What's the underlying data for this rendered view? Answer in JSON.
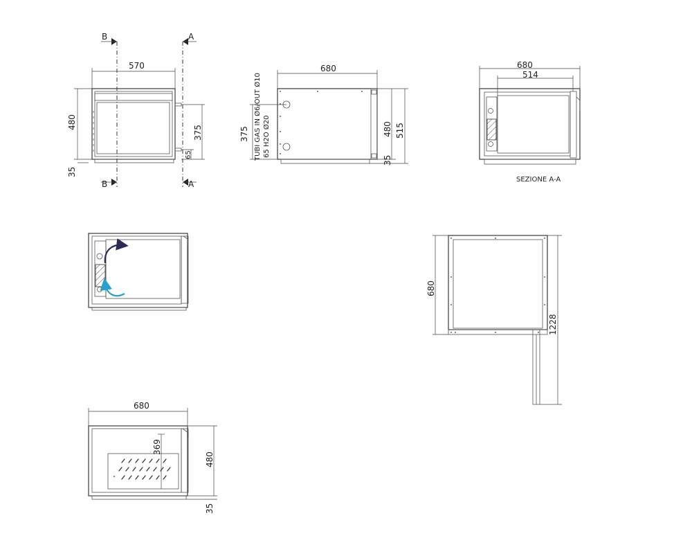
{
  "view1": {
    "width": "570",
    "height": "480",
    "inner": "375",
    "offset": "65",
    "base": "35",
    "section_b": "B",
    "section_a": "A"
  },
  "view2": {
    "width": "680",
    "inner": "375",
    "height": "480",
    "total": "515",
    "base": "35",
    "pipe_gas": "TUBI GAS IN Ø6/OUT Ø10",
    "pipe_h2o": "65 H2O Ø20"
  },
  "view3": {
    "width": "680",
    "inner": "514",
    "caption": "SEZIONE A-A"
  },
  "view5": {
    "depth": "680",
    "total": "1228"
  },
  "view6": {
    "width": "680",
    "inner": "369",
    "height": "480",
    "base": "35"
  }
}
